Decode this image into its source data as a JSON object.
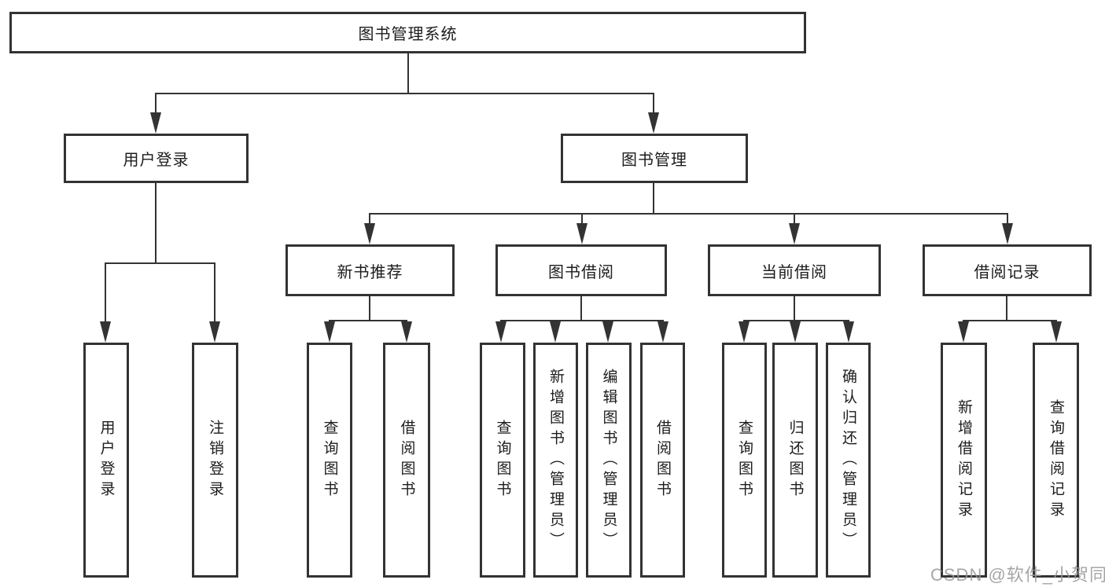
{
  "tree": {
    "root": {
      "label": "图书管理系统"
    },
    "branches": [
      {
        "label": "用户登录",
        "children": [
          {
            "label": "用户登录"
          },
          {
            "label": "注销登录"
          }
        ]
      },
      {
        "label": "图书管理",
        "children": [
          {
            "label": "新书推荐",
            "children": [
              {
                "label": "查询图书"
              },
              {
                "label": "借阅图书"
              }
            ]
          },
          {
            "label": "图书借阅",
            "children": [
              {
                "label": "查询图书"
              },
              {
                "label": "新增图书（管理员）"
              },
              {
                "label": "编辑图书（管理员）"
              },
              {
                "label": "借阅图书"
              }
            ]
          },
          {
            "label": "当前借阅",
            "children": [
              {
                "label": "查询图书"
              },
              {
                "label": "归还图书"
              },
              {
                "label": "确认归还（管理员）"
              }
            ]
          },
          {
            "label": "借阅记录",
            "children": [
              {
                "label": "新增借阅记录"
              },
              {
                "label": "查询借阅记录"
              }
            ]
          }
        ]
      }
    ]
  },
  "watermark": {
    "text": "CSDN @软件_小贺同学"
  },
  "colors": {
    "line": "#333333",
    "text": "#1c1c1c",
    "background": "#ffffff",
    "watermark": "#969696"
  }
}
